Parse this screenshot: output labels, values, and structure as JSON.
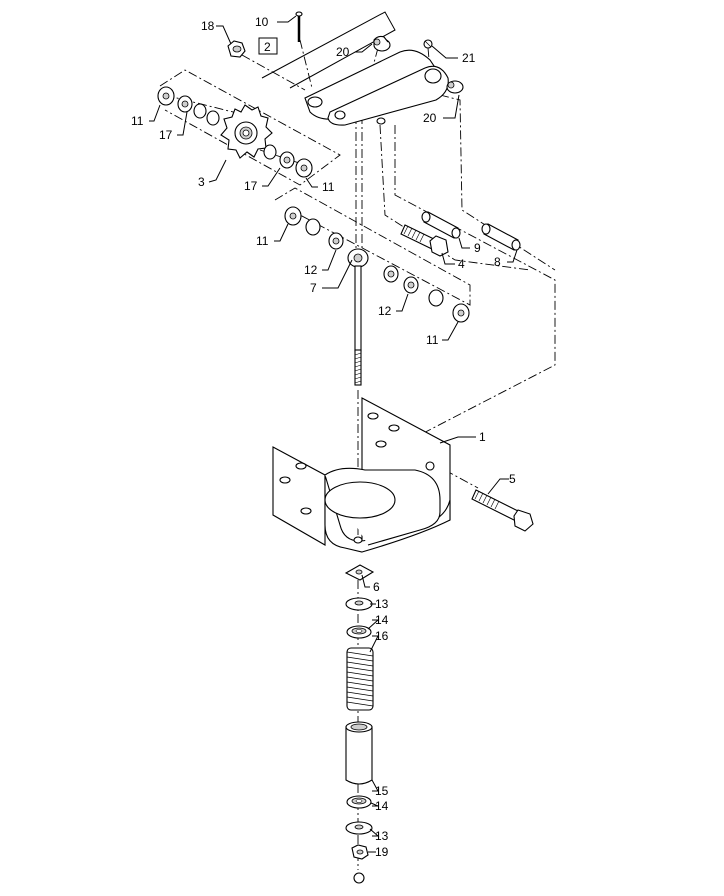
{
  "callouts": {
    "c1": "1",
    "c2": "2",
    "c3": "3",
    "c4": "4",
    "c5": "5",
    "c6": "6",
    "c7": "7",
    "c8": "8",
    "c9": "9",
    "c10": "10",
    "c11a": "11",
    "c11b": "11",
    "c11c": "11",
    "c11d": "11",
    "c12a": "12",
    "c12b": "12",
    "c13a": "13",
    "c13b": "13",
    "c14a": "14",
    "c14b": "14",
    "c15": "15",
    "c16": "16",
    "c17a": "17",
    "c17b": "17",
    "c18": "18",
    "c19": "19",
    "c20a": "20",
    "c20b": "20",
    "c21": "21"
  },
  "colors": {
    "line": "#000000",
    "shade": "#cfcfcf",
    "background": "#ffffff"
  }
}
